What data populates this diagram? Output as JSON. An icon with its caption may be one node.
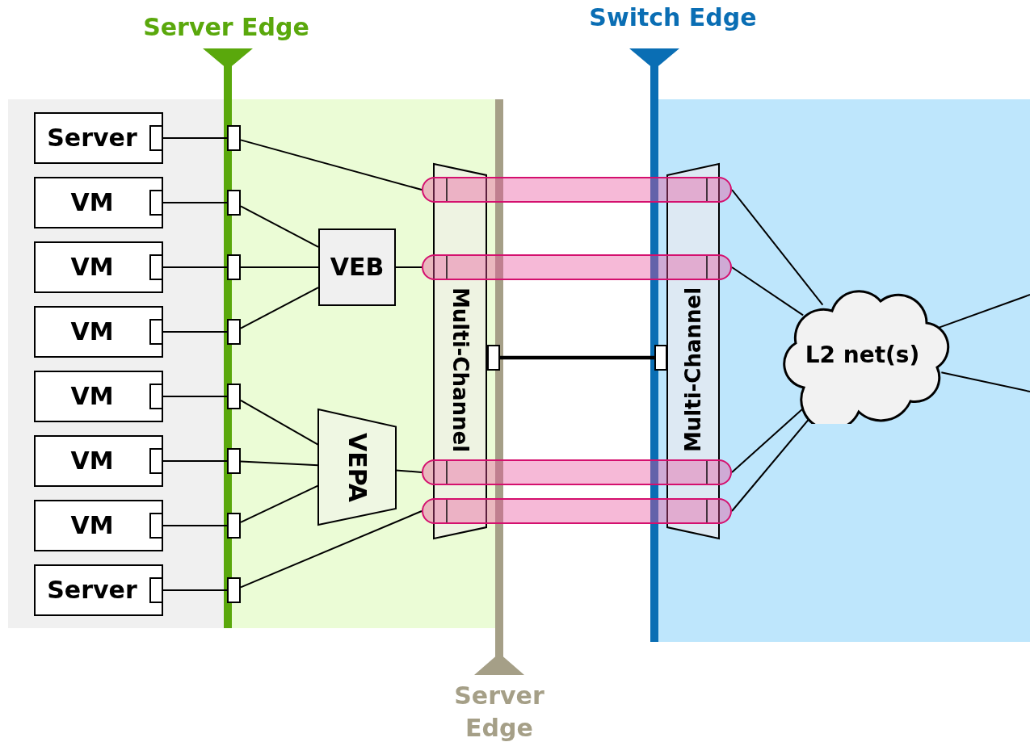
{
  "diagram": {
    "nodes": [
      {
        "text": [
          "Server"
        ]
      },
      {
        "text": [
          "VM"
        ]
      },
      {
        "text": [
          "VM"
        ]
      },
      {
        "text": [
          "VM"
        ]
      },
      {
        "text": [
          "VM"
        ]
      },
      {
        "text": [
          "VM"
        ]
      },
      {
        "text": [
          "VM"
        ]
      },
      {
        "text": [
          "Server"
        ]
      },
      {
        "text": [],
        "shape": "box"
      },
      {
        "text": [],
        "shape": "box"
      },
      {
        "text": [],
        "shape": "box"
      },
      {
        "text": [],
        "shape": "box"
      },
      {
        "text": [],
        "shape": "box"
      },
      {
        "text": [],
        "shape": "box"
      },
      {
        "text": [],
        "shape": "box"
      },
      {
        "text": [],
        "shape": "box"
      },
      {
        "text": [
          "VEB"
        ]
      },
      {
        "text": [
          "VEPA"
        ]
      },
      {
        "text": [
          "Multi-Channel"
        ]
      },
      {
        "text": [],
        "shape": "box"
      },
      {
        "text": [],
        "shape": "bar"
      },
      {
        "text": [],
        "shape": "bar"
      },
      {
        "text": [],
        "shape": "bar"
      },
      {
        "text": [],
        "shape": "bar"
      },
      {
        "text": [],
        "shape": "box"
      },
      {
        "text": [
          "Multi-Channel"
        ]
      },
      {
        "text": [
          "L2 net(s)"
        ]
      }
    ],
    "edges": [
      {
        "from": 0,
        "to": 8,
        "arrow": "none"
      },
      {
        "from": 1,
        "to": 9,
        "arrow": "none"
      },
      {
        "from": 2,
        "to": 10,
        "arrow": "none"
      },
      {
        "from": 3,
        "to": 11,
        "arrow": "none"
      },
      {
        "from": 4,
        "to": 12,
        "arrow": "none"
      },
      {
        "from": 5,
        "to": 13,
        "arrow": "none"
      },
      {
        "from": 6,
        "to": 14,
        "arrow": "none"
      },
      {
        "from": 7,
        "to": 15,
        "arrow": "none"
      },
      {
        "from": 8,
        "to": 20,
        "arrow": "none"
      },
      {
        "from": 9,
        "to": 16,
        "arrow": "none"
      },
      {
        "from": 10,
        "to": 16,
        "arrow": "none"
      },
      {
        "from": 11,
        "to": 16,
        "arrow": "none"
      },
      {
        "from": 16,
        "to": 21,
        "arrow": "none"
      },
      {
        "from": 12,
        "to": 17,
        "arrow": "none"
      },
      {
        "from": 13,
        "to": 17,
        "arrow": "none"
      },
      {
        "from": 14,
        "to": 17,
        "arrow": "none"
      },
      {
        "from": 17,
        "to": 22,
        "arrow": "none"
      },
      {
        "from": 15,
        "to": 23,
        "arrow": "none"
      },
      {
        "from": 19,
        "to": 24,
        "arrow": "none",
        "style": "thick"
      },
      {
        "from": 20,
        "to": 26,
        "arrow": "none"
      },
      {
        "from": 21,
        "to": 26,
        "arrow": "none"
      },
      {
        "from": 22,
        "to": 26,
        "arrow": "none"
      },
      {
        "from": 23,
        "to": 26,
        "arrow": "none"
      },
      {
        "from": 26,
        "to": null,
        "arrow": "none"
      },
      {
        "from": 26,
        "to": null,
        "arrow": "none"
      }
    ],
    "labels": [
      "Server Edge",
      "Switch Edge",
      "Server Edge"
    ]
  }
}
